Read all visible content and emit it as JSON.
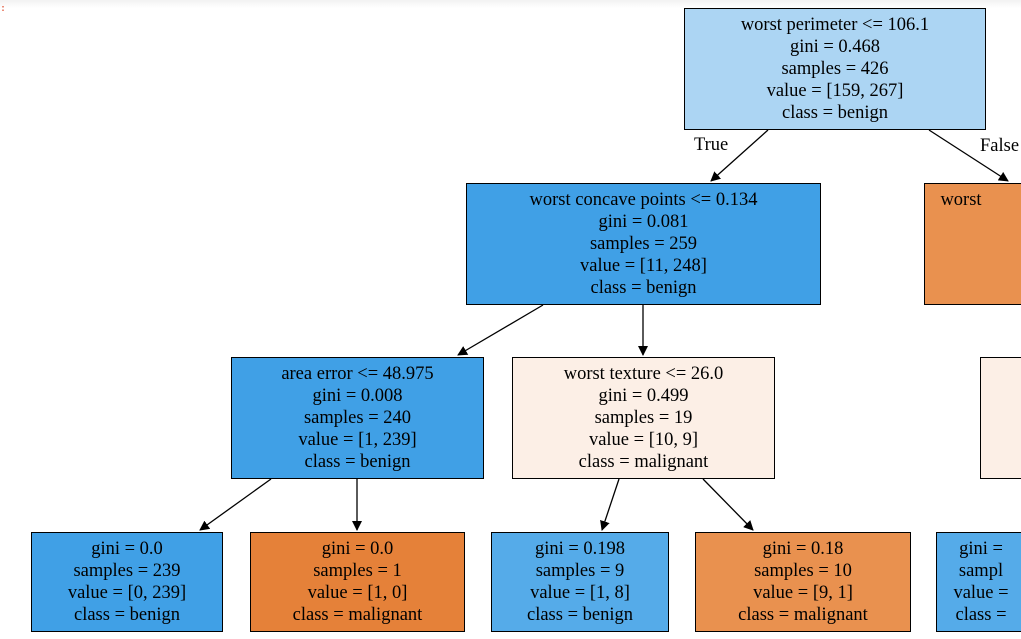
{
  "colors": {
    "light_blue": "#acd5f3",
    "blue": "#40a0e6",
    "mid_blue": "#55abe9",
    "orange": "#e58139",
    "light_orange": "#e9914f",
    "cream": "#fcefe6",
    "page_background": "#ffffff"
  },
  "edge_labels": {
    "true_label": "True",
    "false_label": "False"
  },
  "nodes": [
    {
      "id": "root",
      "lines": [
        "worst perimeter <= 106.1",
        "gini = 0.468",
        "samples = 426",
        "value = [159, 267]",
        "class = benign"
      ],
      "fill": "light_blue"
    },
    {
      "id": "n1",
      "lines": [
        "worst concave points <= 0.134",
        "gini = 0.081",
        "samples = 259",
        "value = [11, 248]",
        "class = benign"
      ],
      "fill": "blue"
    },
    {
      "id": "n2",
      "lines": [
        "worst",
        "",
        "",
        "",
        ""
      ],
      "fill": "light_orange"
    },
    {
      "id": "n3",
      "lines": [
        "area error <= 48.975",
        "gini = 0.008",
        "samples = 240",
        "value = [1, 239]",
        "class = benign"
      ],
      "fill": "blue"
    },
    {
      "id": "n4",
      "lines": [
        "worst texture <= 26.0",
        "gini = 0.499",
        "samples = 19",
        "value = [10, 9]",
        "class = malignant"
      ],
      "fill": "cream"
    },
    {
      "id": "n5",
      "lines": [
        "",
        "",
        "",
        "",
        ""
      ],
      "fill": "cream"
    },
    {
      "id": "l1",
      "lines": [
        "gini = 0.0",
        "samples = 239",
        "value = [0, 239]",
        "class = benign"
      ],
      "fill": "blue"
    },
    {
      "id": "l2",
      "lines": [
        "gini = 0.0",
        "samples = 1",
        "value = [1, 0]",
        "class = malignant"
      ],
      "fill": "orange"
    },
    {
      "id": "l3",
      "lines": [
        "gini = 0.198",
        "samples = 9",
        "value = [1, 8]",
        "class = benign"
      ],
      "fill": "mid_blue"
    },
    {
      "id": "l4",
      "lines": [
        "gini = 0.18",
        "samples = 10",
        "value = [9, 1]",
        "class = malignant"
      ],
      "fill": "light_orange"
    },
    {
      "id": "l5",
      "lines": [
        "gini = ",
        "sampl",
        "value =",
        "class ="
      ],
      "fill": "mid_blue"
    }
  ],
  "edges": [
    {
      "from": "root",
      "to": "n1",
      "label": "true_label"
    },
    {
      "from": "root",
      "to": "n2",
      "label": "false_label"
    },
    {
      "from": "n1",
      "to": "n3"
    },
    {
      "from": "n1",
      "to": "n4"
    },
    {
      "from": "n3",
      "to": "l1"
    },
    {
      "from": "n3",
      "to": "l2"
    },
    {
      "from": "n4",
      "to": "l3"
    },
    {
      "from": "n4",
      "to": "l4"
    },
    {
      "from": "n5",
      "to": "l5"
    }
  ]
}
